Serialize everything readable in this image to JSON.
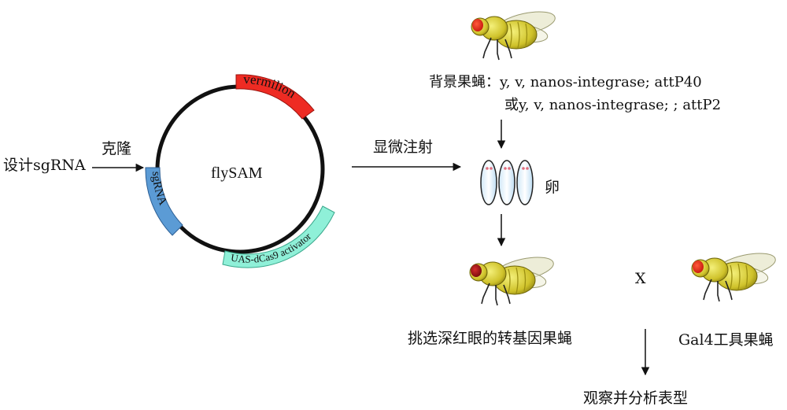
{
  "left": {
    "design_label": "设计sgRNA",
    "clone_label": "克隆"
  },
  "plasmid": {
    "name": "flySAM",
    "segments": {
      "vermilion": "vermilion",
      "sgrna": "sgRNA",
      "activator": "UAS-dCas9 activator"
    },
    "colors": {
      "vermilion": "#ee2b23",
      "sgrna": "#5b9bd5",
      "activator": "#8ff0d8"
    }
  },
  "injection_label": "显微注射",
  "background": {
    "line1": "背景果蝇：y, v, nanos-integrase; attP40",
    "line2": "或y, v, nanos-integrase; ; attP2"
  },
  "egg_label": "卵",
  "cross_symbol": "X",
  "select_label": "挑选深红眼的转基因果蝇",
  "gal4_label": "Gal4工具果蝇",
  "observe_label": "观察并分析表型"
}
